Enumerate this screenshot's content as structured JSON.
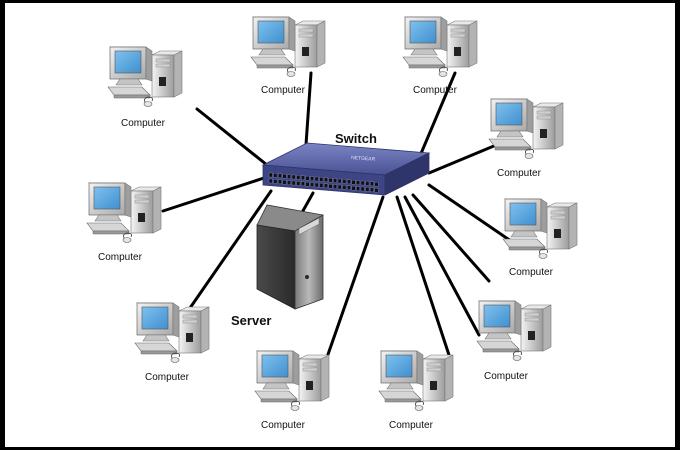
{
  "diagram": {
    "switch_label": "Switch",
    "server_label": "Server",
    "switch_brand": "NETGEAR",
    "computers": [
      {
        "id": "top-left",
        "label": "Computer"
      },
      {
        "id": "top-center",
        "label": "Computer"
      },
      {
        "id": "top-right",
        "label": "Computer"
      },
      {
        "id": "right-upper",
        "label": "Computer"
      },
      {
        "id": "right-middle",
        "label": "Computer"
      },
      {
        "id": "right-lower",
        "label": "Computer"
      },
      {
        "id": "bottom-right",
        "label": "Computer"
      },
      {
        "id": "bottom-center",
        "label": "Computer"
      },
      {
        "id": "left-lower",
        "label": "Computer"
      },
      {
        "id": "left-upper",
        "label": "Computer"
      }
    ]
  },
  "colors": {
    "background": "#ffffff",
    "frame": "#000000",
    "cable": "#000000",
    "screen": "#5aa9e0",
    "monitor_body": "#d9d9d9",
    "switch_body": "#5a63a6"
  }
}
